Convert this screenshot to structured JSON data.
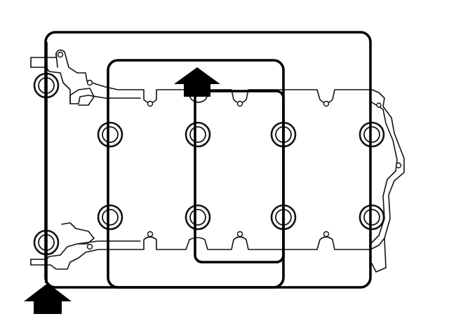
{
  "figure": {
    "type": "gasket-bolt-sequence-diagram",
    "text": "",
    "bolt_count": 10,
    "arrow_count": 2,
    "sequence_frame_count": 3,
    "colors": {
      "line": "#111111",
      "frame": "#000000",
      "background": "#ffffff"
    },
    "icons": [
      "bolt-ring-icon",
      "arrow-up-icon"
    ]
  }
}
